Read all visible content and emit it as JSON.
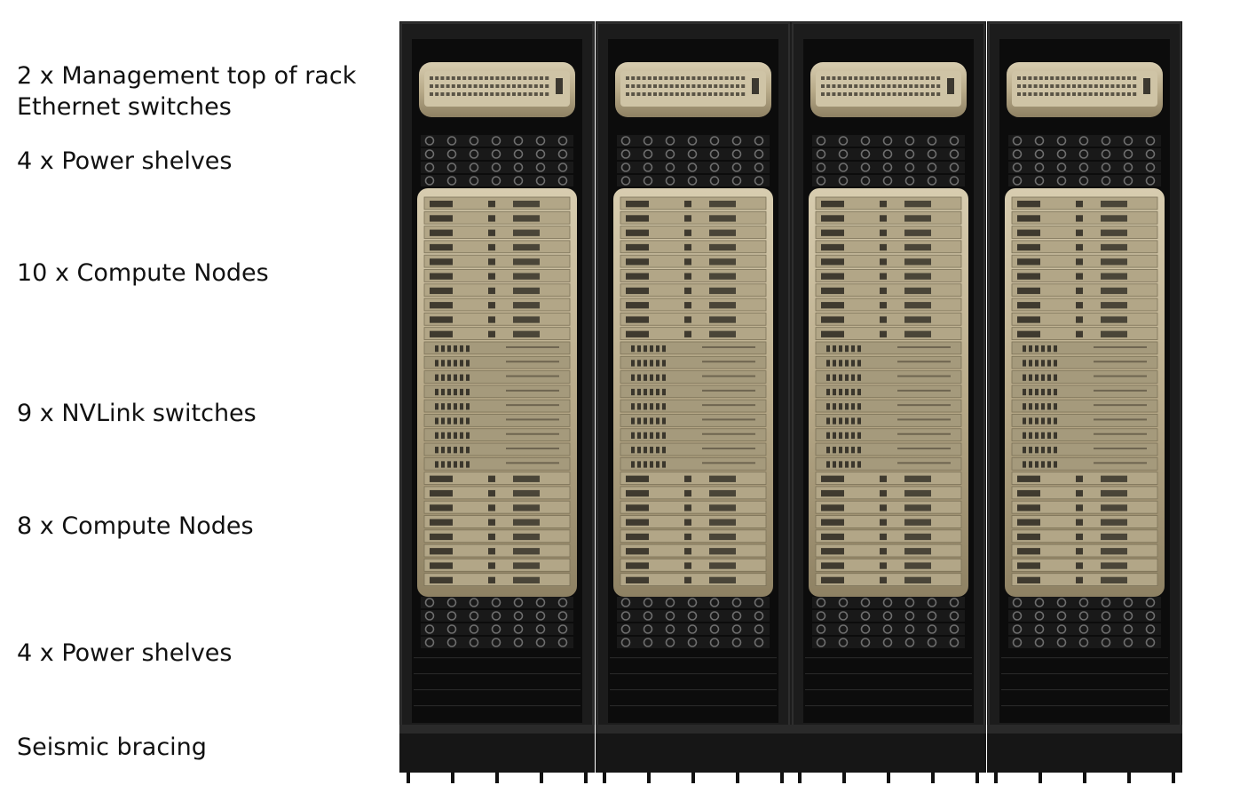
{
  "labels": {
    "management_switches_line1": "2 x Management top of rack",
    "management_switches_line2": "Ethernet switches",
    "power_shelves_top": "4 x Power shelves",
    "compute_nodes_top": "10 x Compute Nodes",
    "nvlink_switches": "9 x NVLink switches",
    "compute_nodes_bottom": "8 x Compute Nodes",
    "power_shelves_bottom": "4 x Power shelves",
    "seismic_bracing": "Seismic bracing"
  },
  "rack_colors": {
    "frame": "#1c1c1c",
    "interior": "#0c0c0c",
    "gold_tray": "#b9ab8a",
    "gold_dark": "#8e8163",
    "switch_panel": "#cfc4a6",
    "power_port": "#6e6e6e"
  }
}
